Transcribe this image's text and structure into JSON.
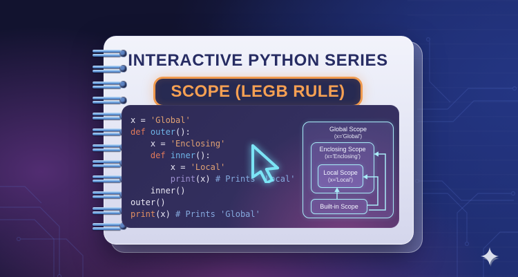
{
  "header": {
    "series_title": "INTERACTIVE PYTHON SERIES",
    "topic_badge": "SCOPE (LEGB RULE)"
  },
  "code": {
    "lines": [
      [
        {
          "text": "x = ",
          "color": "code_plain"
        },
        {
          "text": "'Global'",
          "color": "code_string"
        }
      ],
      [
        {
          "text": "def ",
          "color": "code_keyword"
        },
        {
          "text": "outer",
          "color": "code_function"
        },
        {
          "text": "():",
          "color": "code_plain"
        }
      ],
      [
        {
          "text": "    x = ",
          "color": "code_plain"
        },
        {
          "text": "'Enclosing'",
          "color": "code_string"
        }
      ],
      [
        {
          "text": "    ",
          "color": "code_plain"
        },
        {
          "text": "def ",
          "color": "code_keyword"
        },
        {
          "text": "inner",
          "color": "code_function"
        },
        {
          "text": "():",
          "color": "code_plain"
        }
      ],
      [
        {
          "text": "        x = ",
          "color": "code_plain"
        },
        {
          "text": "'Local'",
          "color": "code_string"
        }
      ],
      [
        {
          "text": "        ",
          "color": "code_plain"
        },
        {
          "text": "print",
          "color": "code_print_violet"
        },
        {
          "text": "(x) ",
          "color": "code_plain"
        },
        {
          "text": "# Prints 'Local'",
          "color": "code_comment"
        }
      ],
      [
        {
          "text": "    inner()",
          "color": "code_plain"
        }
      ],
      [
        {
          "text": "outer()",
          "color": "code_plain"
        }
      ],
      [
        {
          "text": "print",
          "color": "code_print_coral"
        },
        {
          "text": "(x) ",
          "color": "code_plain"
        },
        {
          "text": "# Prints 'Global'",
          "color": "code_comment"
        }
      ]
    ]
  },
  "diagram": {
    "global_scope": {
      "title": "Global Scope",
      "subtitle": "(x='Global')"
    },
    "enclosing_scope": {
      "title": "Enclosing Scope",
      "subtitle": "(x='Enclosing')"
    },
    "local_scope": {
      "title": "Local Scope",
      "subtitle": "(x='Local')"
    },
    "builtin_scope": {
      "title": "Built-in Scope"
    }
  },
  "icons": {
    "cursor": "cursor-arrow-icon",
    "logo": "sparkle-diamond-logo"
  },
  "colors": {
    "accent_orange": "#f5a053",
    "accent_cyan": "#7be4f5",
    "diagram_border": "#a9ecf8",
    "title_navy": "#272c63",
    "badge_background": "#272a52",
    "card_background": "#e9ebf6",
    "panel_background": "#332f5e",
    "background_navy": "#12132f",
    "background_blue": "#1e2c6e",
    "glow_purple": "#7c3e9e",
    "ring_blue": "#6ea2de",
    "logo_silver": "#d9ddeb",
    "code_plain": "#e9e7f4",
    "code_keyword": "#e0795a",
    "code_function": "#6fb5e8",
    "code_string": "#e0a173",
    "code_print_violet": "#9d8fd0",
    "code_print_coral": "#e28f62",
    "code_comment": "#85a9de"
  }
}
